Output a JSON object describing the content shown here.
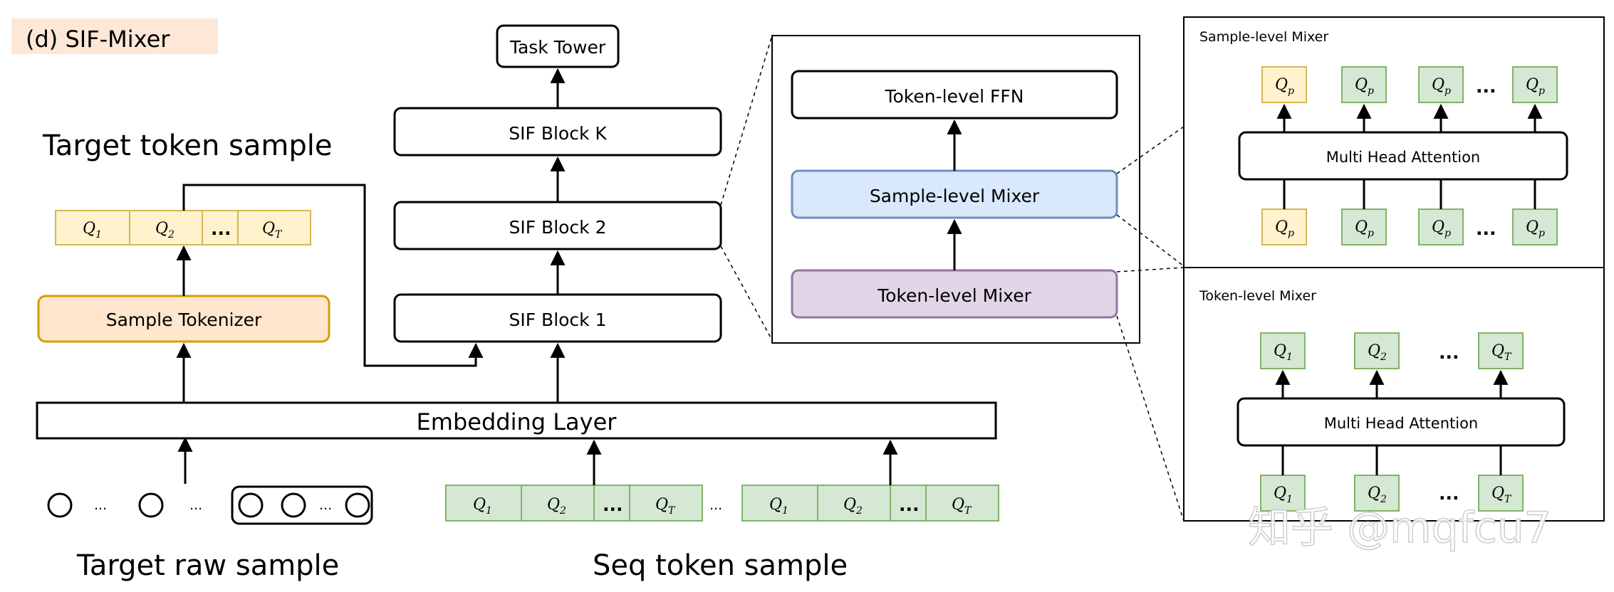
{
  "figure_tag": "(d) SIF-Mixer",
  "headings": {
    "target_token_sample": "Target token sample",
    "target_raw_sample": "Target raw sample",
    "seq_token_sample": "Seq token sample"
  },
  "stack": {
    "task_tower": "Task Tower",
    "block_k": "SIF Block K",
    "block_2": "SIF Block 2",
    "block_1": "SIF Block 1"
  },
  "sample_tokenizer": "Sample Tokenizer",
  "embedding_layer": "Embedding Layer",
  "token_labels": {
    "q1": "Q",
    "q1_sub": "1",
    "q2": "Q",
    "q2_sub": "2",
    "qt": "Q",
    "qt_sub": "T",
    "qp": "Q",
    "qp_sub": "p",
    "ellipsis": "..."
  },
  "block_detail": {
    "ffn": "Token-level FFN",
    "sample_mixer": "Sample-level Mixer",
    "token_mixer": "Token-level Mixer"
  },
  "sample_panel": {
    "title": "Sample-level Mixer",
    "attention": "Multi Head Attention"
  },
  "token_panel": {
    "title": "Token-level Mixer",
    "attention": "Multi Head Attention"
  },
  "watermark": "知乎 @mqfcu7",
  "colors": {
    "yellow_fill": "#fff2cc",
    "yellow_stroke": "#d6b656",
    "green_fill": "#d5e8d4",
    "green_stroke": "#82b366",
    "blue_fill": "#dae8fc",
    "blue_stroke": "#6c8ebf",
    "purple_fill": "#e1d5e7",
    "purple_stroke": "#9673a6",
    "orange_fill": "#ffe6cc",
    "orange_stroke": "#d79b00",
    "tag_fill": "#fde7d6"
  }
}
